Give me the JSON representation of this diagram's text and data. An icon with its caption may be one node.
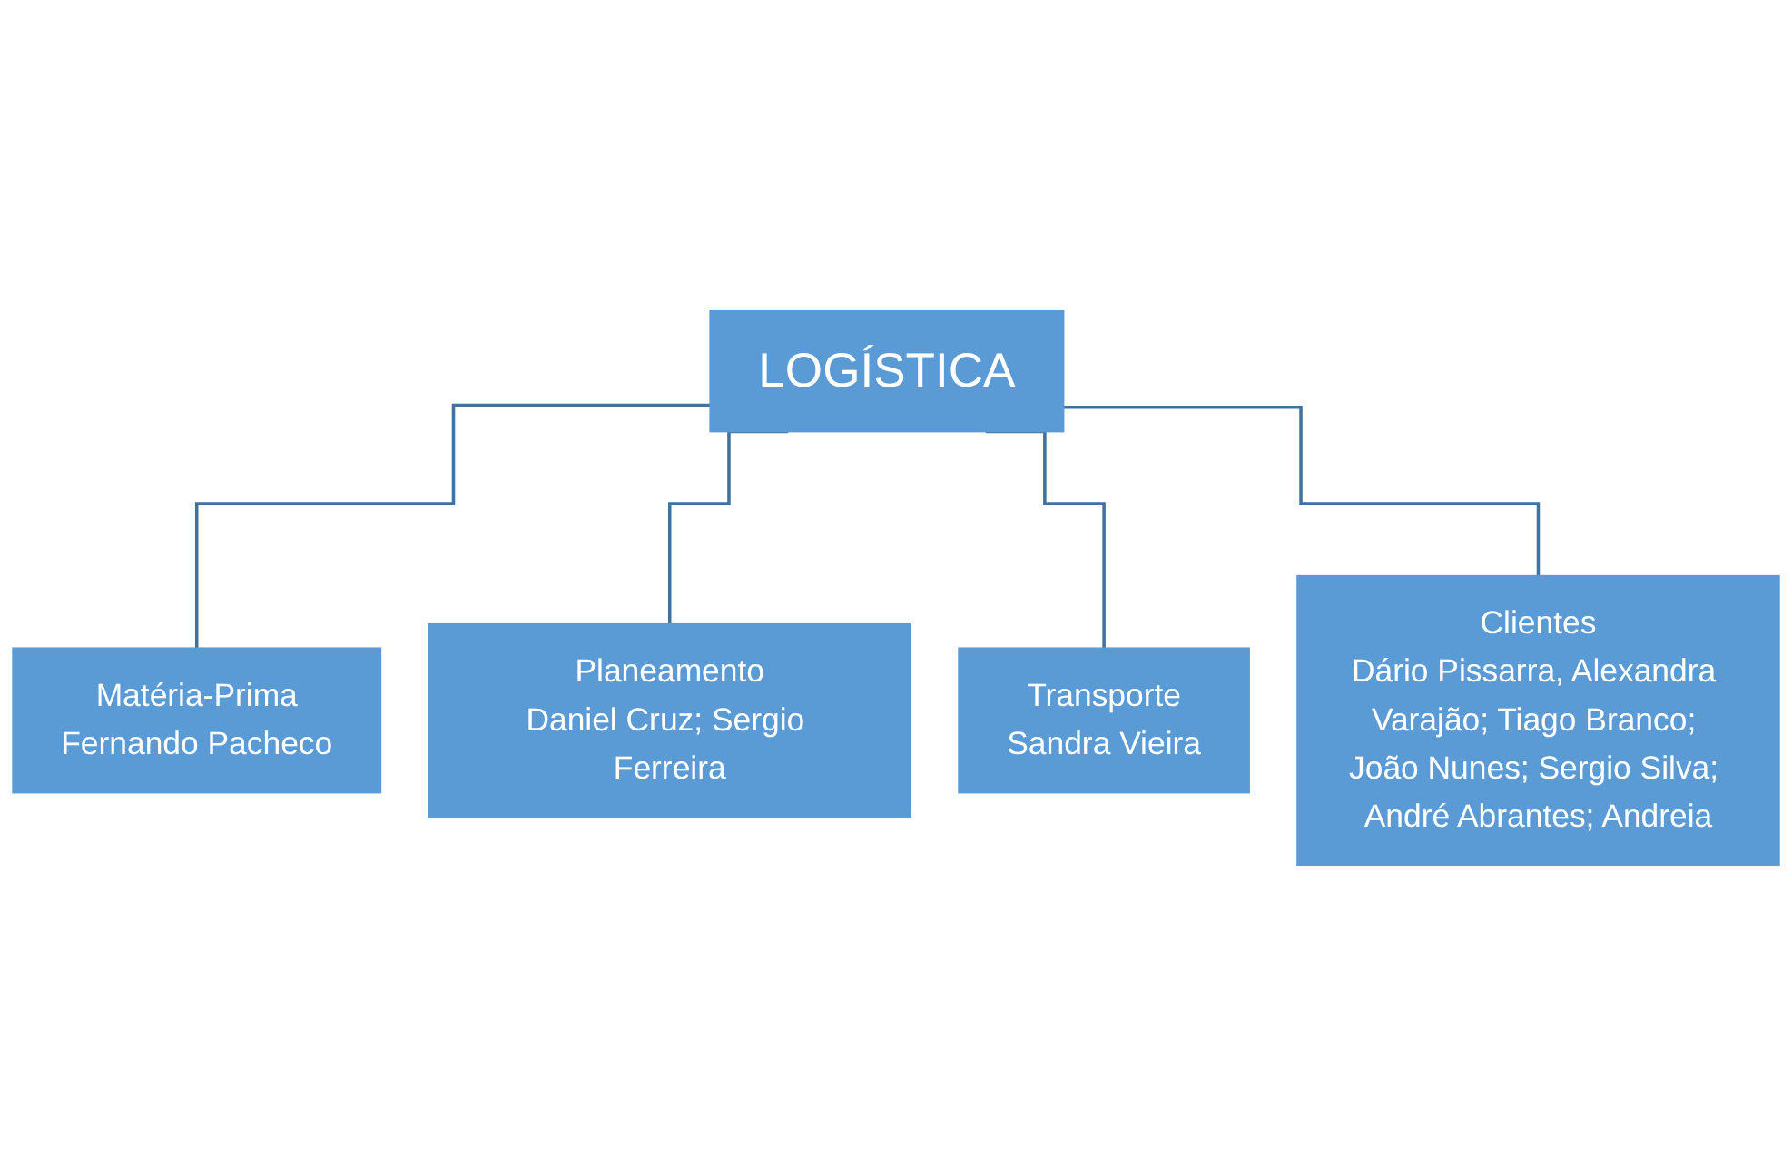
{
  "diagram": {
    "nodes": [
      {
        "text": [
          "LOGÍSTICA"
        ]
      },
      {
        "text": [
          "Matéria-Prima",
          "Fernando Pacheco"
        ]
      },
      {
        "text": [
          "Planeamento",
          "Daniel Cruz; Sergio Ferreira"
        ]
      },
      {
        "text": [
          "Transporte",
          "Sandra Vieira"
        ]
      },
      {
        "text": [
          "Clientes",
          "Dário Pissarra, Alexandra Varajão; Tiago Branco; João Nunes; Sergio Silva; André Abrantes; Andreia"
        ]
      }
    ],
    "edges": [
      {
        "from": 0,
        "to": 1,
        "arrow": "none"
      },
      {
        "from": 0,
        "to": 2,
        "arrow": "none"
      },
      {
        "from": 0,
        "to": 3,
        "arrow": "none"
      },
      {
        "from": 0,
        "to": 4,
        "arrow": "none"
      }
    ]
  }
}
